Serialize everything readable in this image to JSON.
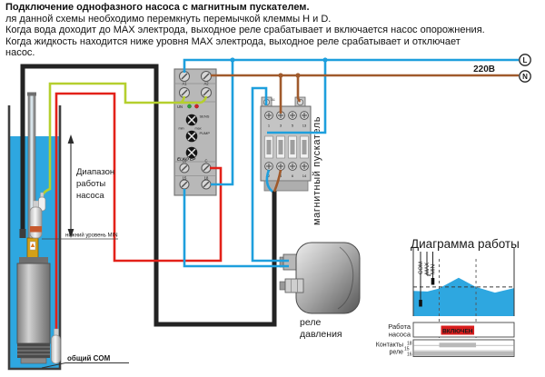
{
  "header": {
    "title": "Подключение однофазного насоса с магнитным пускателем.",
    "lines": [
      "ля данной схемы необходимо перемкнуть перемычкой клеммы H и D.",
      "Когда вода доходит до MAX электрода, выходное реле срабатывает и включается насос опорожнения.",
      "Когда жидкость находится ниже уровня MAX электрода, выходное реле срабатывает и отключает",
      "насос."
    ]
  },
  "schematic": {
    "supply": {
      "voltage": "220В",
      "line": "L",
      "neutral": "N"
    },
    "level_relay": {
      "terminals_top": [
        "A1",
        "A2"
      ],
      "led_label": "UN",
      "knob1_label": "SENS",
      "knob1_min": "min",
      "knob1_max": "max",
      "knob2_label": "PUMP",
      "brand": "ELKO EP",
      "terminals_mid": [
        "16",
        "C"
      ],
      "terminals_bottom": [
        "15",
        "18"
      ]
    },
    "contactor": {
      "name": "магнитный пускатель",
      "coil_terminal": "A1",
      "top_terminals": [
        "1",
        "3",
        "5",
        "13"
      ],
      "bottom_terminals": [
        "2",
        "4",
        "6",
        "14"
      ]
    },
    "pressure_switch": {
      "label_lines": [
        "реле",
        "давления"
      ]
    },
    "well": {
      "range_label_lines": [
        "Диапазон",
        "работы",
        "насоса"
      ],
      "min_level_label": "нижний уровень MIN",
      "com_label": "общий COM"
    },
    "colors": {
      "wire_blue": "#1E9FDD",
      "wire_red": "#E32119",
      "wire_green": "#B5CF2E",
      "wire_brown": "#A05A2C",
      "cable_black": "#232323",
      "water": "#2EA7E0"
    }
  },
  "chart_data": {
    "type": "area",
    "title": "Диаграмма работы",
    "electrode_labels": [
      "COM",
      "MAX",
      "MIN"
    ],
    "profile": {
      "x": [
        0,
        0.14,
        0.25,
        0.45,
        0.62,
        0.81,
        1.0
      ],
      "level": [
        0.44,
        0.43,
        0.48,
        0.67,
        0.51,
        0.41,
        0.49
      ]
    },
    "max_level": 0.51,
    "event_x": [
      0.257,
      0.622
    ],
    "pump_row": {
      "label_lines": [
        "Работа",
        "насоса"
      ],
      "on_badge": "ВКЛЮЧЕН"
    },
    "relay_row": {
      "label_lines": [
        "Контакты",
        "реле"
      ],
      "contact_ticks": [
        "18",
        "15",
        "16"
      ]
    },
    "water_color": "#2EA7E0",
    "badge_color": "#D81E1E"
  }
}
